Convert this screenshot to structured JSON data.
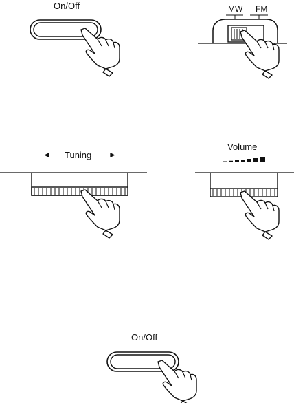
{
  "power_top": {
    "label": "On/Off"
  },
  "band": {
    "mw_label": "MW",
    "fm_label": "FM"
  },
  "tuning": {
    "label": "Tuning",
    "left_arrow": "◄",
    "right_arrow": "►"
  },
  "volume": {
    "label": "Volume"
  },
  "power_bottom": {
    "label": "On/Off"
  },
  "icons": [
    "pointing-hand-icon",
    "slide-switch-icon",
    "rotary-dial-icon",
    "volume-ramp-icon"
  ]
}
